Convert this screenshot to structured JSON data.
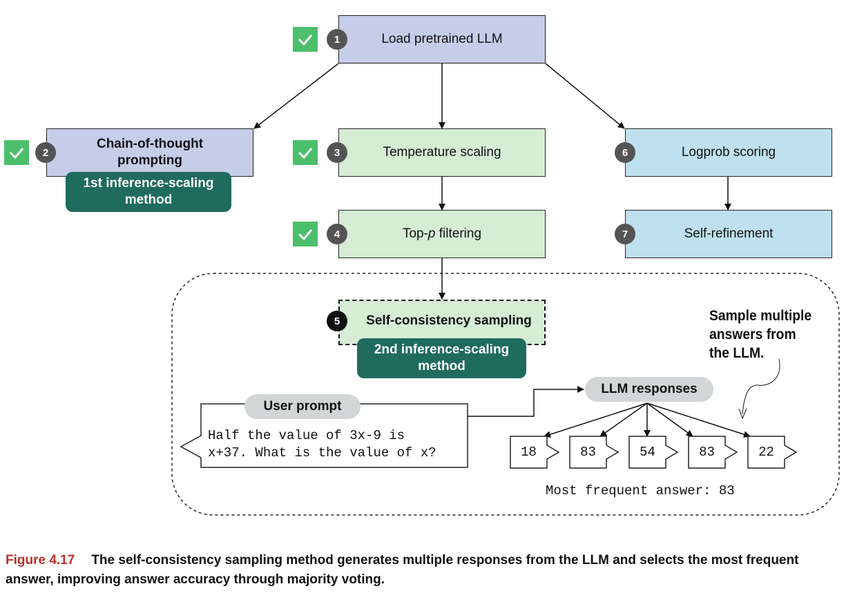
{
  "steps": {
    "s1": {
      "num": "1",
      "label": "Load pretrained LLM"
    },
    "s2": {
      "num": "2",
      "label": "Chain-of-thought prompting"
    },
    "s3": {
      "num": "3",
      "label": "Temperature scaling"
    },
    "s4": {
      "num": "4",
      "label_pre": "Top-",
      "label_em": "p",
      "label_post": " filtering"
    },
    "s5": {
      "num": "5",
      "label": "Self-consistency sampling"
    },
    "s6": {
      "num": "6",
      "label": "Logprob scoring"
    },
    "s7": {
      "num": "7",
      "label": "Self-refinement"
    }
  },
  "methods": {
    "m1": "1st inference-scaling method",
    "m2": "2nd inference-scaling method"
  },
  "user_prompt": {
    "title": "User prompt",
    "line1": "Half the value of 3x-9 is",
    "line2": "x+37. What is the value of x?"
  },
  "responses": {
    "title": "LLM responses",
    "answers": [
      "18",
      "83",
      "54",
      "83",
      "22"
    ],
    "most_frequent": "Most frequent answer: 83"
  },
  "annotation": {
    "line1": "Sample multiple",
    "line2": "answers from",
    "line3": "the LLM."
  },
  "caption": {
    "label": "Figure 4.17",
    "text": "The self-consistency sampling method generates multiple responses from the LLM and selects the most frequent answer, improving answer accuracy through majority voting."
  },
  "colors": {
    "purple": "#c5cde9",
    "green": "#d6ecd5",
    "blue": "#bfe0ee",
    "method": "#1f6b5e",
    "check": "#4bbf6b",
    "caption_label": "#b8322f"
  }
}
